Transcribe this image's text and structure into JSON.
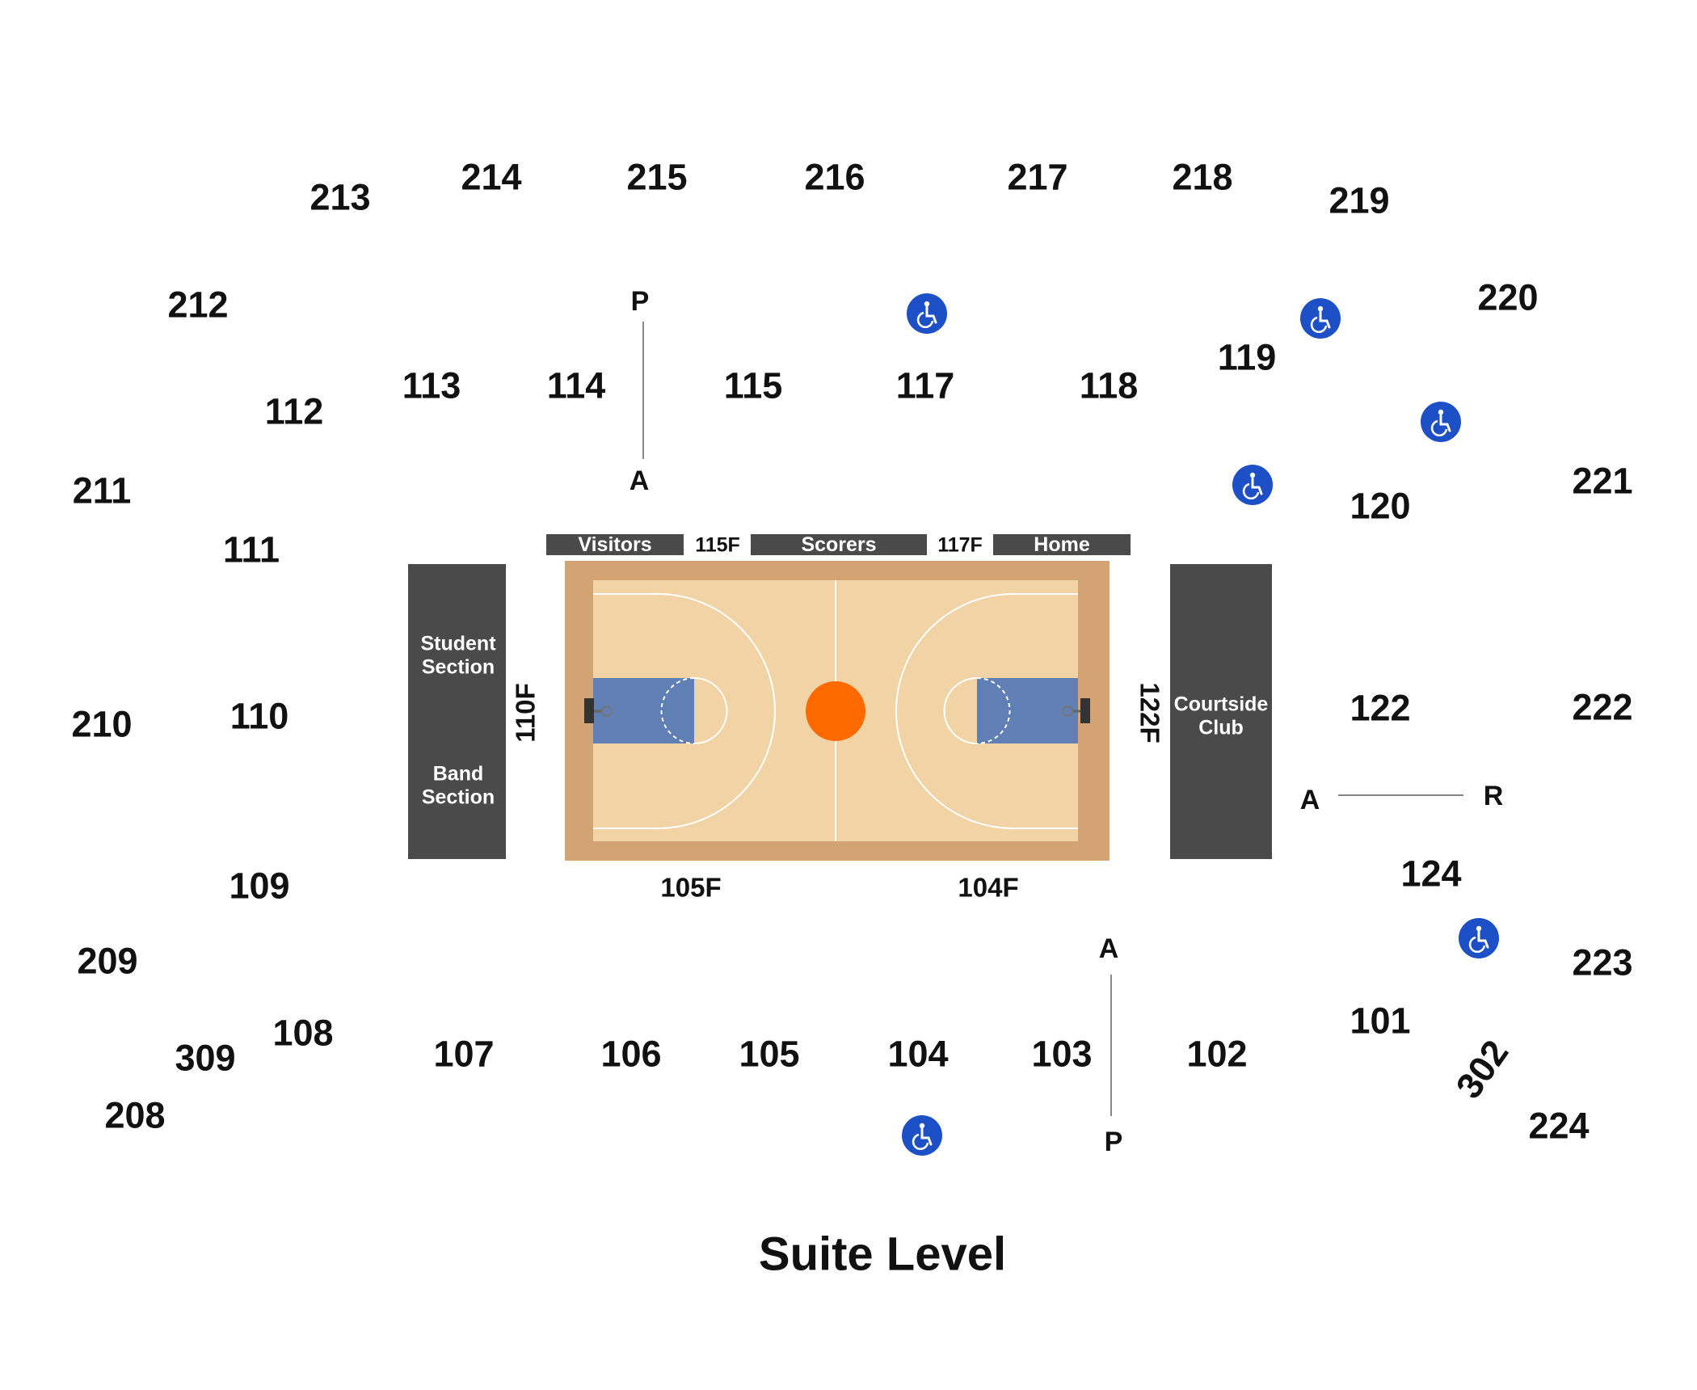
{
  "title": "Suite Level",
  "sections_200": [
    "213",
    "214",
    "215",
    "216",
    "217",
    "218",
    "219",
    "212",
    "220",
    "211",
    "221",
    "210",
    "222",
    "209",
    "223",
    "208",
    "224"
  ],
  "sections_100": [
    "113",
    "114",
    "115",
    "117",
    "118",
    "119",
    "112",
    "111",
    "120",
    "110",
    "122",
    "109",
    "124",
    "108",
    "107",
    "106",
    "105",
    "104",
    "103",
    "102",
    "101"
  ],
  "sections_300": [
    "309",
    "302"
  ],
  "floor": {
    "f115": "115F",
    "f117": "117F",
    "f110": "110F",
    "f122": "122F",
    "f105": "105F",
    "f104": "104F"
  },
  "bench_bars": {
    "visitors": "Visitors",
    "scorers": "Scorers",
    "home": "Home"
  },
  "blocks": {
    "student": "Student\nSection",
    "band": "Band\nSection",
    "courtside": "Courtside\nClub"
  },
  "markers": {
    "top_p": "P",
    "top_a": "A",
    "right_a": "A",
    "right_r": "R",
    "bottom_a": "A",
    "bottom_p": "P"
  },
  "colors": {
    "court_border": "#d4a373",
    "court_floor": "#f2d3a6",
    "paint": "#5f7fb5",
    "center_circle": "#ff6a00",
    "block": "#4a4a4a",
    "accessible": "#1d4fc7"
  },
  "icons": [
    "wheelchair-accessible-icon",
    "basketball-hoop-icon"
  ]
}
